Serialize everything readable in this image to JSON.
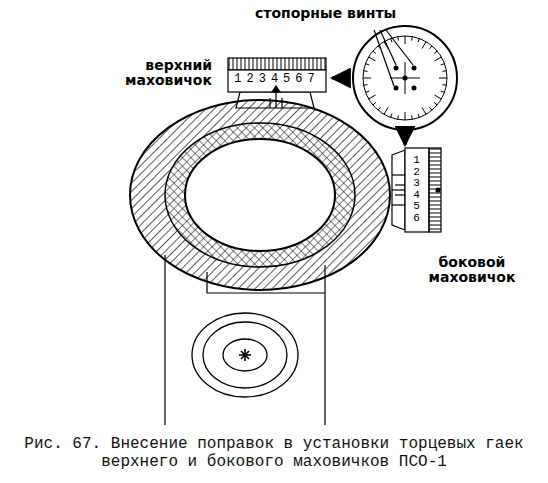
{
  "diagram": {
    "caption": "Рис. 67. Внесение поправок в установки торцевых гаек верхнего и бокового маховичков ПСО-1",
    "labels": [
      "стопорные винты",
      "верхний маховичок",
      "боковой маховичок",
      "1234567",
      "123456"
    ]
  }
}
